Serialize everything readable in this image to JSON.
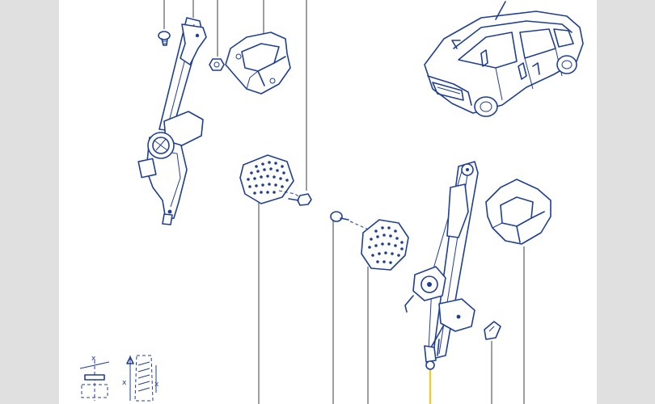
{
  "diagram": {
    "type": "exploded-parts-view",
    "colors": {
      "page_background": "#e0e0e0",
      "sheet_background": "#ffffff",
      "drawing_lines": "#1e3f93",
      "leader_lines": "#3d3d3d",
      "highlighted_leader": "#f2cc1d"
    },
    "legend": {
      "symbol": "x"
    },
    "highlighted_leader_index": 11,
    "leader_count": 11
  }
}
